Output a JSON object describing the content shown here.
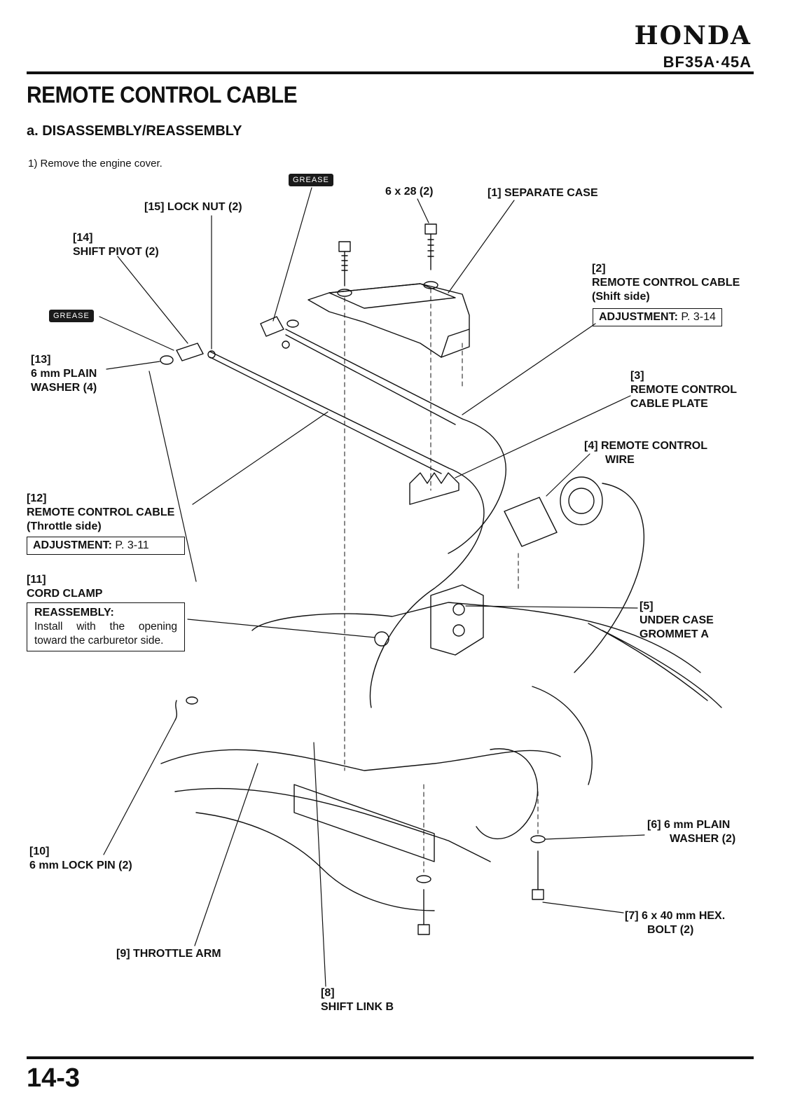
{
  "header": {
    "brand": "HONDA",
    "model": "BF35A·45A"
  },
  "page": {
    "title": "REMOTE CONTROL CABLE",
    "subtitle": "a. DISASSEMBLY/REASSEMBLY",
    "step": "1) Remove the engine cover.",
    "page_number": "14-3"
  },
  "grease_tags": [
    "GREASE",
    "GREASE"
  ],
  "callouts": {
    "bolt_top": "6 x 28 (2)",
    "c1": "[1] SEPARATE CASE",
    "c2": "[2]\nREMOTE CONTROL CABLE\n(Shift side)",
    "c2_adj_label": "ADJUSTMENT:",
    "c2_adj_page": "P. 3-14",
    "c3": "[3]\nREMOTE CONTROL\nCABLE PLATE",
    "c4a": "[4] REMOTE CONTROL",
    "c4b": "WIRE",
    "c5": "[5]\nUNDER CASE\nGROMMET A",
    "c6a": "[6] 6 mm PLAIN",
    "c6b": "WASHER (2)",
    "c7a": "[7] 6 x 40 mm HEX.",
    "c7b": "BOLT (2)",
    "c8": "[8]\nSHIFT LINK B",
    "c9": "[9] THROTTLE ARM",
    "c10": "[10]\n6 mm LOCK PIN (2)",
    "c11": "[11]\nCORD CLAMP",
    "c11_note_head": "REASSEMBLY:",
    "c11_note_text": "Install with the opening toward the carburetor side.",
    "c12": "[12]\nREMOTE CONTROL CABLE\n(Throttle side)",
    "c12_adj_label": "ADJUSTMENT:",
    "c12_adj_page": "P. 3-11",
    "c13": "[13]\n6 mm PLAIN\nWASHER (4)",
    "c14": "[14]\nSHIFT PIVOT (2)",
    "c15": "[15] LOCK NUT (2)"
  }
}
